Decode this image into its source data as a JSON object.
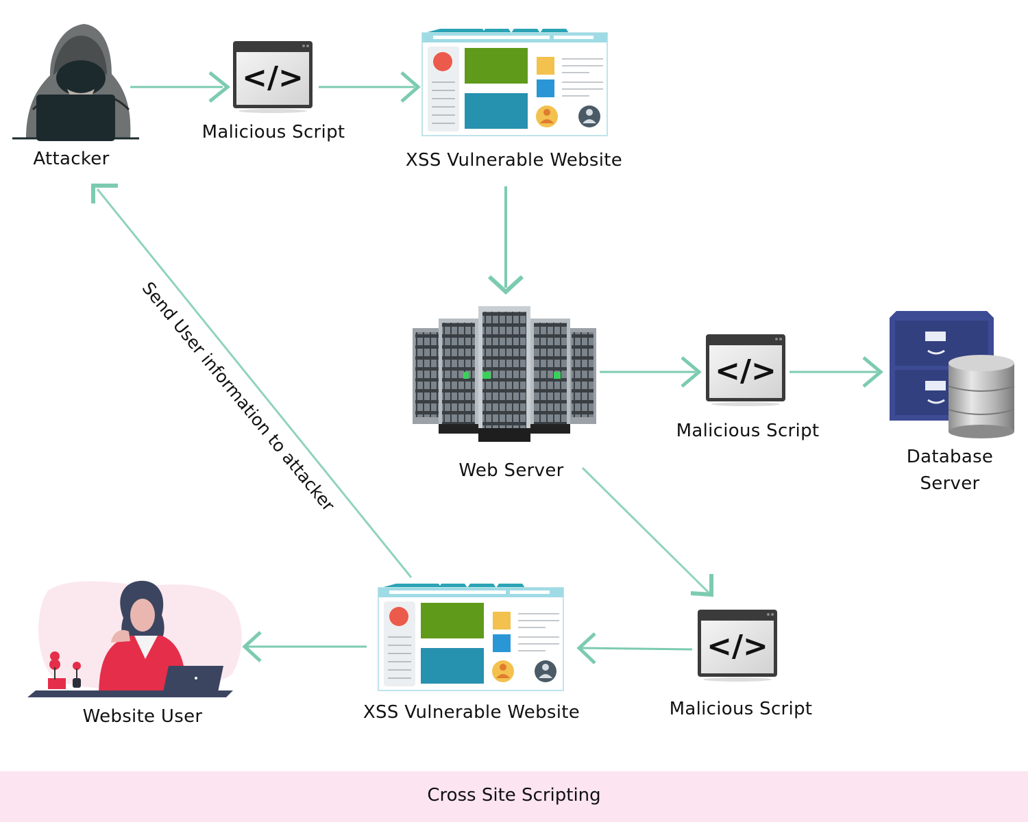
{
  "diagram": {
    "title": "Cross Site Scripting",
    "accent_color": "#7ccbb0",
    "footer_bg": "#fce4f0",
    "nodes": {
      "attacker": {
        "label": "Attacker",
        "icon": "hooded-hacker-icon"
      },
      "script_top": {
        "label": "Malicious Script",
        "icon": "code-window-icon"
      },
      "website_top": {
        "label": "XSS Vulnerable Website",
        "icon": "website-layout-icon"
      },
      "web_server": {
        "label": "Web Server",
        "icon": "server-racks-icon"
      },
      "script_mid": {
        "label": "Malicious Script",
        "icon": "code-window-icon"
      },
      "database": {
        "label_line1": "Database",
        "label_line2": "Server",
        "icon": "database-cabinet-icon"
      },
      "script_bottom": {
        "label": "Malicious Script",
        "icon": "code-window-icon"
      },
      "website_bottom": {
        "label": "XSS Vulnerable Website",
        "icon": "website-layout-icon"
      },
      "user": {
        "label": "Website User",
        "icon": "woman-at-laptop-icon"
      }
    },
    "edges": [
      {
        "from": "attacker",
        "to": "script_top"
      },
      {
        "from": "script_top",
        "to": "website_top"
      },
      {
        "from": "website_top",
        "to": "web_server"
      },
      {
        "from": "web_server",
        "to": "script_mid"
      },
      {
        "from": "script_mid",
        "to": "database"
      },
      {
        "from": "web_server",
        "to": "script_bottom"
      },
      {
        "from": "script_bottom",
        "to": "website_bottom"
      },
      {
        "from": "website_bottom",
        "to": "user"
      },
      {
        "from": "website_bottom",
        "to": "attacker",
        "label": "Send User information to attacker"
      }
    ],
    "code_glyph": "</>"
  }
}
